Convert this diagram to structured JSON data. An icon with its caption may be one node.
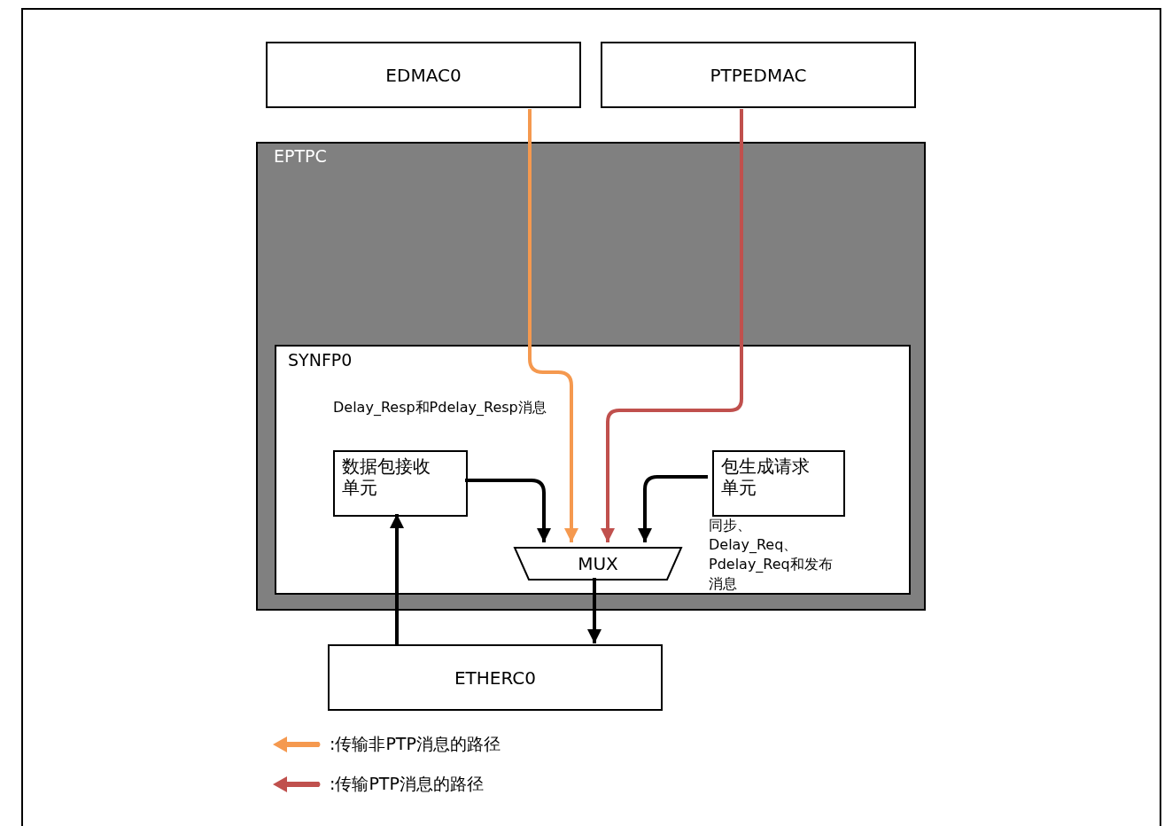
{
  "diagram": {
    "nodes": [
      {
        "text": [
          "EDMAC0"
        ]
      },
      {
        "text": [
          "PTPEDMAC"
        ]
      },
      {
        "text": [
          "EPTPC"
        ]
      },
      {
        "text": [
          "SYNFP0"
        ],
        "in": 2
      },
      {
        "text": [
          "数据包接收单元"
        ],
        "in": 3
      },
      {
        "text": [
          "包生成请求单元"
        ],
        "in": 3,
        "beside": [
          "同步、Delay_Req、Pdelay_Req和发布消息"
        ]
      },
      {
        "text": [
          "MUX"
        ],
        "in": 3
      },
      {
        "text": [
          "ETHERC0"
        ]
      }
    ],
    "edges": [
      {
        "from": 0,
        "to": 6,
        "arrow": "to",
        "color": "#f5994f"
      },
      {
        "from": 1,
        "to": 6,
        "arrow": "to",
        "color": "#c0504d"
      },
      {
        "from": 4,
        "to": 6,
        "arrow": "to"
      },
      {
        "from": 5,
        "to": 6,
        "arrow": "to"
      },
      {
        "from": 6,
        "to": 7,
        "arrow": "to"
      },
      {
        "from": 7,
        "to": 4,
        "arrow": "to"
      }
    ],
    "labels": [
      "Delay_Resp和Pdelay_Resp消息"
    ],
    "legend": [
      {
        "text": ":传输非PTP消息的路径",
        "color": "#f5994f"
      },
      {
        "text": ":传输PTP消息的路径",
        "color": "#c0504d"
      }
    ]
  }
}
